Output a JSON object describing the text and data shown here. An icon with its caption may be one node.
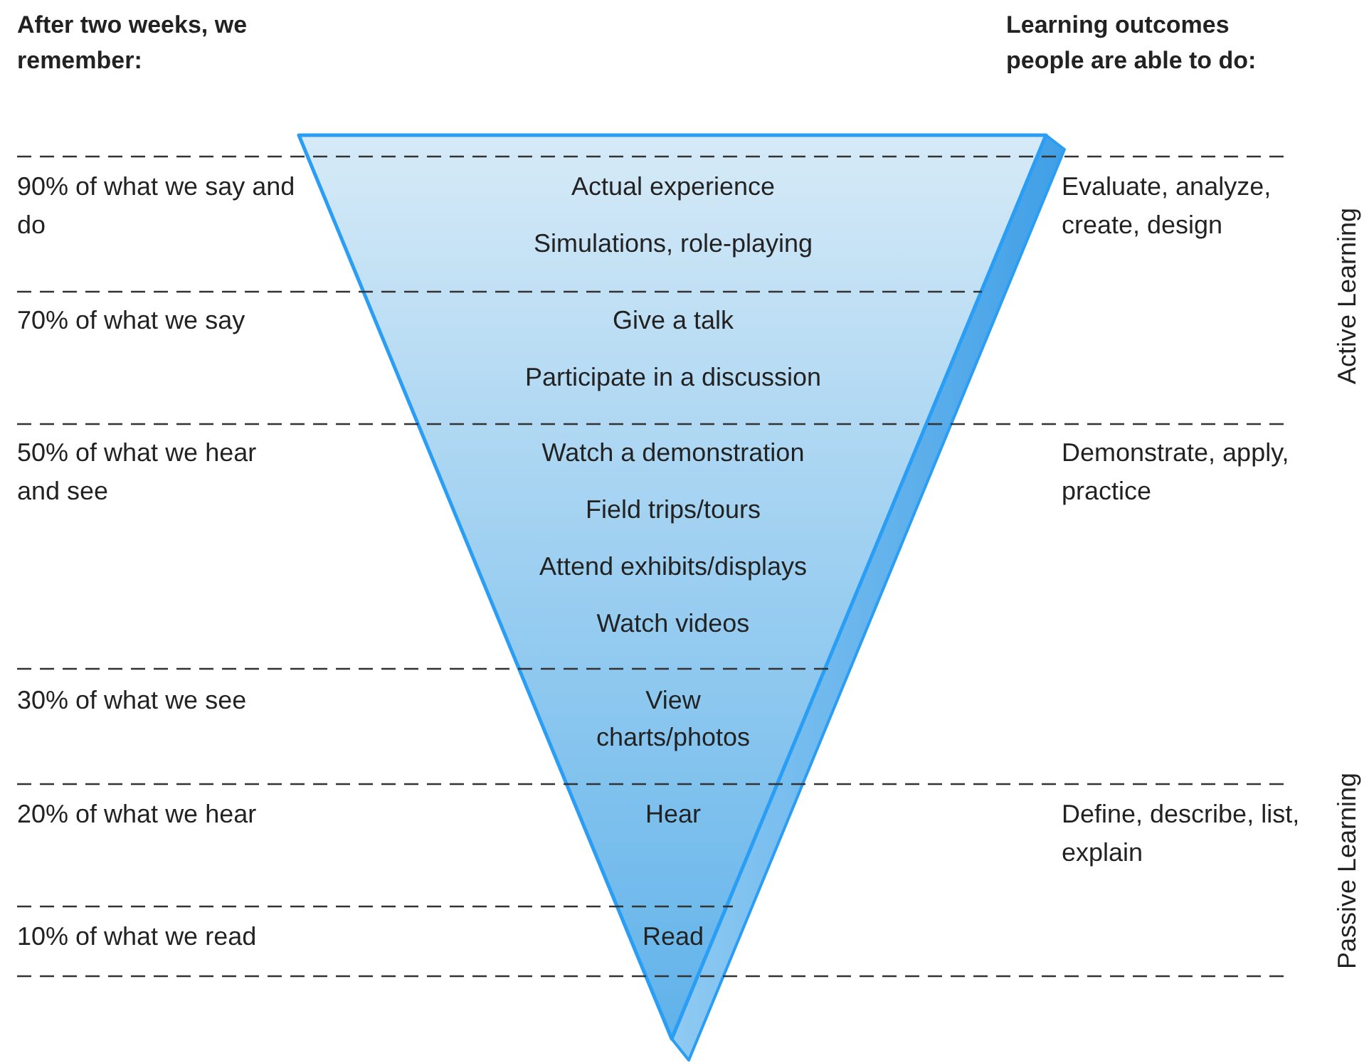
{
  "diagram": {
    "labels": [
      "After two weeks, we remember:",
      "Learning outcomes people are able to do:",
      "90% of what we say and do",
      "Actual experience",
      "Simulations, role-playing",
      "Evaluate, analyze, create, design",
      "Active Learning",
      "70% of what we say",
      "Give a talk",
      "Participate in a discussion",
      "50% of what we hear and see",
      "Watch a demonstration",
      "Field trips/tours",
      "Attend exhibits/displays",
      "Watch videos",
      "Demonstrate, apply, practice",
      "30% of what we see",
      "View charts/photos",
      "20% of what we hear",
      "Hear",
      "Define, describe, list, explain",
      "Passive Learning",
      "10% of what we read",
      "Read"
    ]
  }
}
